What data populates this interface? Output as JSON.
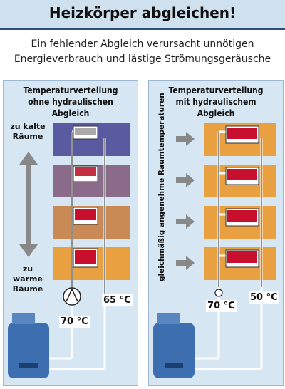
{
  "header": {
    "title": "Heizkörper abgleichen!",
    "subtitle": "Ein fehlender Abgleich verursacht unnötigen Energieverbrauch und lästige Strömungsgeräusche"
  },
  "left_panel": {
    "title": "Temperaturverteilung ohne hydraulischen Abgleich",
    "top_label": "zu kalte Räume",
    "bottom_label": "zu warme Räume",
    "pump_temp": "70 °C",
    "return_temp": "65 °C",
    "room_colors": [
      "#5a5aa0",
      "#8a6c8a",
      "#c98a55",
      "#e8a040"
    ]
  },
  "right_panel": {
    "title": "Temperaturverteilung mit hydraulischem Abgleich",
    "side_label": "gleichmäßig angenehme Raumtemperaturen",
    "pump_temp": "70 °C",
    "return_temp": "50 °C",
    "room_colors": [
      "#e8a040",
      "#e8a040",
      "#e8a040",
      "#e8a040"
    ]
  },
  "colors": {
    "pipe": "#ffffff",
    "boiler": "#3d6fb0",
    "arrow": "#888888"
  }
}
